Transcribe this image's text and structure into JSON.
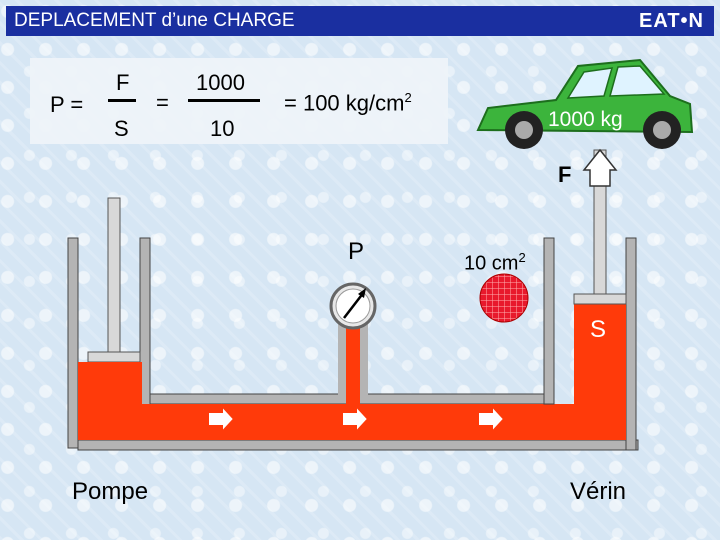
{
  "header": {
    "title": "DEPLACEMENT d’une CHARGE",
    "logo": "EAT•N"
  },
  "formula": {
    "lhs": "P =",
    "numerator_symbol": "F",
    "denominator_symbol": "S",
    "equals": "=",
    "numerator_value": "1000",
    "denominator_value": "10",
    "result_prefix": "= 100 kg/cm",
    "result_exponent": "2"
  },
  "load": {
    "mass_label": "1000 kg",
    "car_color": "#3cb43c"
  },
  "labels": {
    "force": "F",
    "pressure": "P",
    "area_value": "10 cm",
    "area_exponent": "2",
    "area_symbol": "S",
    "pump": "Pompe",
    "cylinder": "Vérin"
  },
  "colors": {
    "fluid": "#ff3a0a",
    "header_bg": "#1a2fa0",
    "area_ball": "#e8192c"
  }
}
